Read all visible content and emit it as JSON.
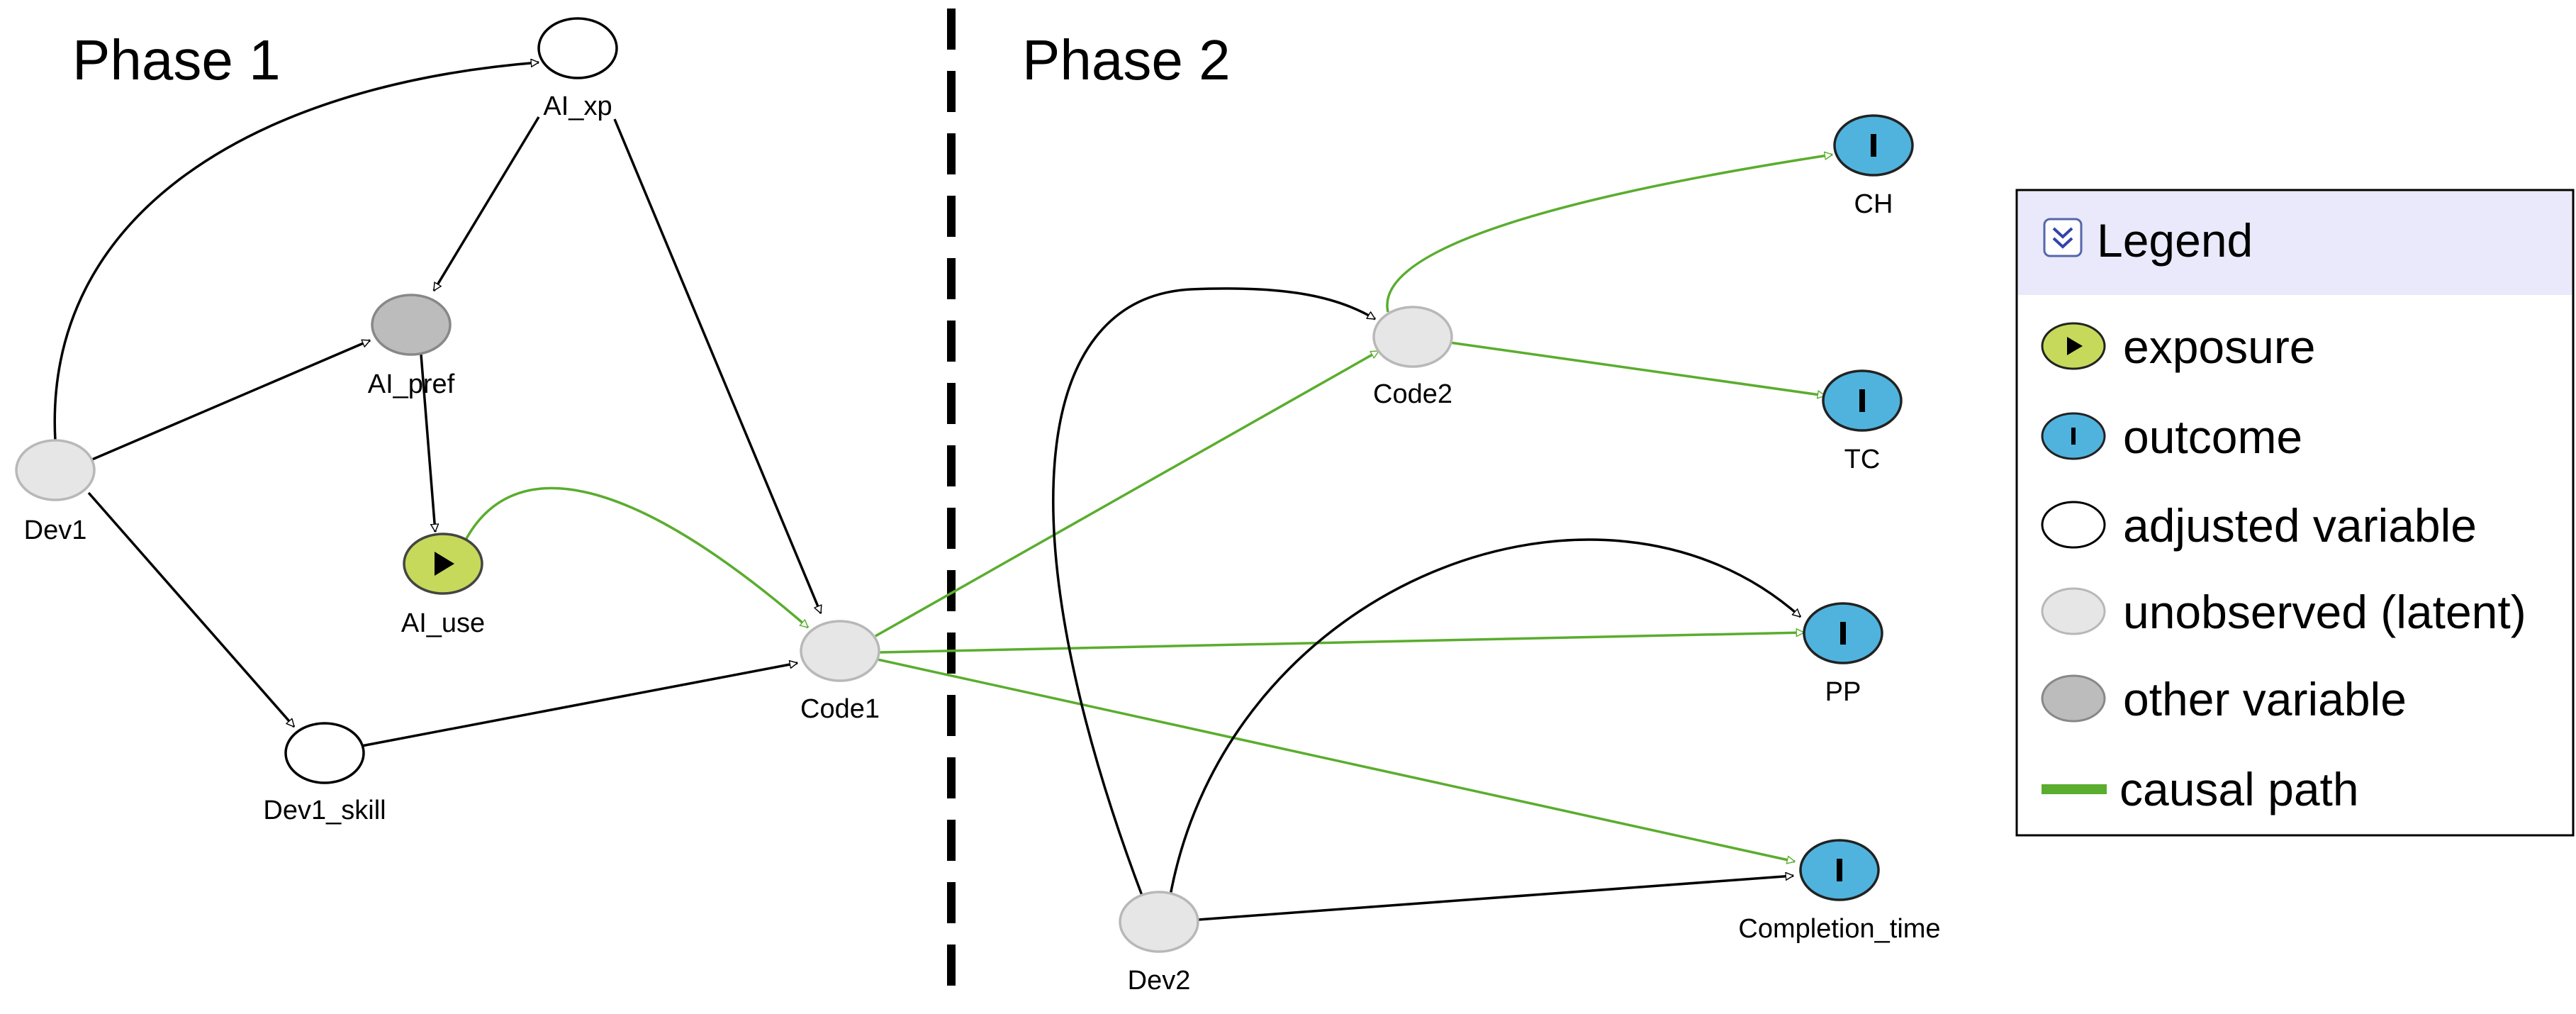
{
  "phases": [
    {
      "id": "phase1",
      "label": "Phase 1"
    },
    {
      "id": "phase2",
      "label": "Phase 2"
    }
  ],
  "colors": {
    "exposure": "#c6d95a",
    "outcome": "#4fb3de",
    "adjusted": "#ffffff",
    "latent": "#e6e6e6",
    "other": "#bcbcbc",
    "causal_path": "#5aad2e",
    "edge": "#000000",
    "legend_header_bg": "#e9e9fb"
  },
  "nodes": [
    {
      "id": "AI_xp",
      "label": "AI_xp",
      "type": "adjusted"
    },
    {
      "id": "AI_pref",
      "label": "AI_pref",
      "type": "other"
    },
    {
      "id": "AI_use",
      "label": "AI_use",
      "type": "exposure"
    },
    {
      "id": "Dev1",
      "label": "Dev1",
      "type": "latent"
    },
    {
      "id": "Dev1_skill",
      "label": "Dev1_skill",
      "type": "adjusted"
    },
    {
      "id": "Code1",
      "label": "Code1",
      "type": "latent"
    },
    {
      "id": "Code2",
      "label": "Code2",
      "type": "latent"
    },
    {
      "id": "Dev2",
      "label": "Dev2",
      "type": "latent"
    },
    {
      "id": "CH",
      "label": "CH",
      "type": "outcome"
    },
    {
      "id": "TC",
      "label": "TC",
      "type": "outcome"
    },
    {
      "id": "PP",
      "label": "PP",
      "type": "outcome"
    },
    {
      "id": "Completion_time",
      "label": "Completion_time",
      "type": "outcome"
    }
  ],
  "edges": [
    {
      "from": "Dev1",
      "to": "AI_xp",
      "causal": false
    },
    {
      "from": "Dev1",
      "to": "AI_pref",
      "causal": false
    },
    {
      "from": "Dev1",
      "to": "Dev1_skill",
      "causal": false
    },
    {
      "from": "AI_xp",
      "to": "AI_pref",
      "causal": false
    },
    {
      "from": "AI_xp",
      "to": "Code1",
      "causal": false
    },
    {
      "from": "AI_pref",
      "to": "AI_use",
      "causal": false
    },
    {
      "from": "AI_use",
      "to": "Code1",
      "causal": true
    },
    {
      "from": "Dev1_skill",
      "to": "Code1",
      "causal": false
    },
    {
      "from": "Code1",
      "to": "Code2",
      "causal": true
    },
    {
      "from": "Code1",
      "to": "PP",
      "causal": true
    },
    {
      "from": "Code1",
      "to": "Completion_time",
      "causal": true
    },
    {
      "from": "Code2",
      "to": "CH",
      "causal": true
    },
    {
      "from": "Code2",
      "to": "TC",
      "causal": true
    },
    {
      "from": "Dev2",
      "to": "Code2",
      "causal": false
    },
    {
      "from": "Dev2",
      "to": "PP",
      "causal": false
    },
    {
      "from": "Dev2",
      "to": "Completion_time",
      "causal": false
    }
  ],
  "legend": {
    "title": "Legend",
    "toggle_icon": "collapse-chevrons-icon",
    "items": [
      {
        "type": "exposure",
        "label": "exposure"
      },
      {
        "type": "outcome",
        "label": "outcome"
      },
      {
        "type": "adjusted",
        "label": "adjusted variable"
      },
      {
        "type": "latent",
        "label": "unobserved (latent)"
      },
      {
        "type": "other",
        "label": "other variable"
      },
      {
        "type": "causal",
        "label": "causal path"
      }
    ]
  }
}
